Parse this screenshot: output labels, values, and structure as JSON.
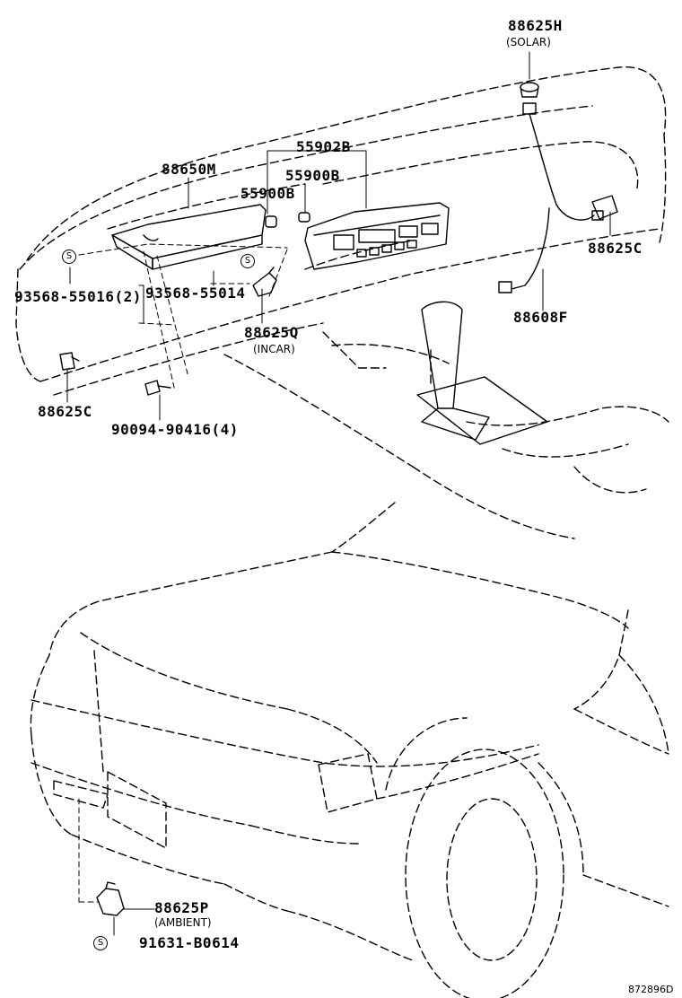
{
  "parts": {
    "solar_sensor": {
      "number": "88625H",
      "note": "(SOLAR)"
    },
    "control_assembly": {
      "number": "55902B"
    },
    "bulb_right": {
      "number": "55900B"
    },
    "bulb_left": {
      "number": "55900B"
    },
    "amplifier": {
      "number": "88650M"
    },
    "wire_connector_right": {
      "number": "88625C"
    },
    "wire_connector_left": {
      "number": "88625C"
    },
    "wire_harness": {
      "number": "88608F"
    },
    "screw_amplifier": {
      "number": "93568-55016(2)"
    },
    "screw_incar": {
      "number": "93568-55014"
    },
    "incar_sensor": {
      "number": "88625Q",
      "note": "(INCAR)"
    },
    "bolt": {
      "number": "90094-90416(4)"
    },
    "ambient_sensor": {
      "number": "88625P",
      "note": "(AMBIENT)"
    },
    "screw_ambient": {
      "number": "91631-B0614"
    }
  },
  "symbols": {
    "standard_part_mark": "S"
  },
  "figure_id": "872896D"
}
